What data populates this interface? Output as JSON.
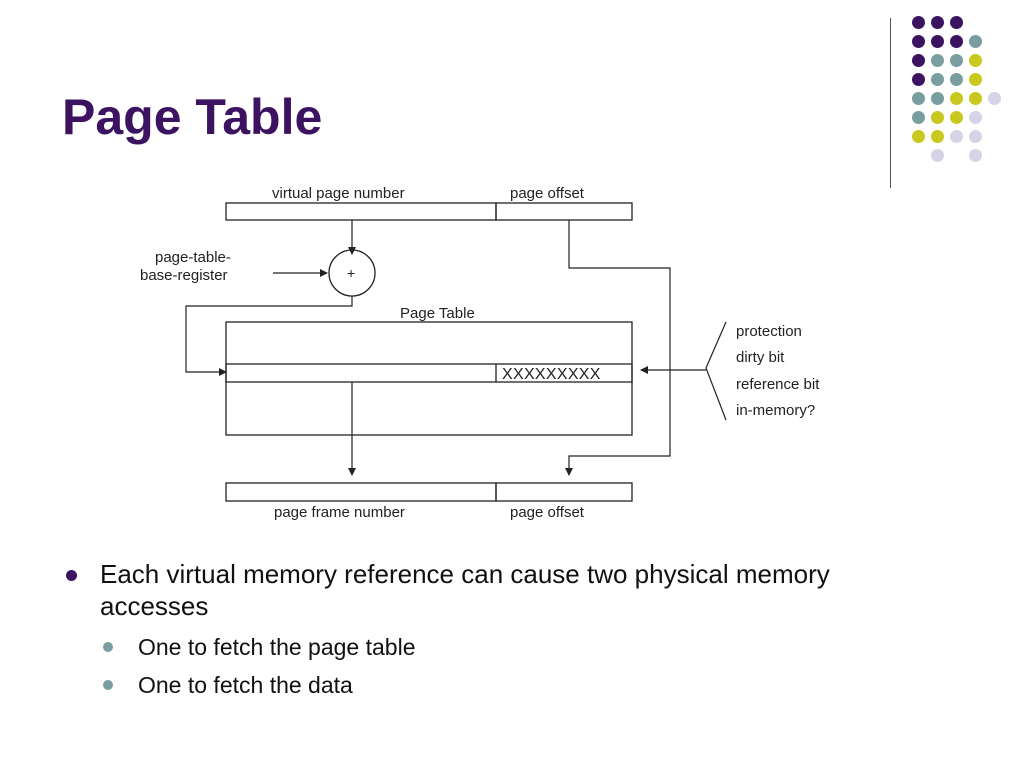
{
  "slide": {
    "title": "Page Table"
  },
  "diagram": {
    "virtual_page_number": "virtual page number",
    "page_offset_top": "page offset",
    "ptbr_line1": "page-table-",
    "ptbr_line2": "base-register",
    "adder": "+",
    "page_table_label": "Page Table",
    "entry_bits": "XXXXXXXXX",
    "bit_labels": [
      "protection",
      "dirty bit",
      "reference bit",
      "in-memory?"
    ],
    "page_frame_number": "page frame number",
    "page_offset_bottom": "page offset"
  },
  "bullets": {
    "main": "Each virtual memory reference can cause two physical memory accesses",
    "sub": [
      "One to fetch the page table",
      "One to fetch the data"
    ]
  },
  "colors": {
    "title": "#3c1361",
    "dot_purple": "#3c1361",
    "dot_teal": "#7a9e9f",
    "dot_yellow": "#c8c81e",
    "dot_lavender": "#d4d4e6"
  }
}
